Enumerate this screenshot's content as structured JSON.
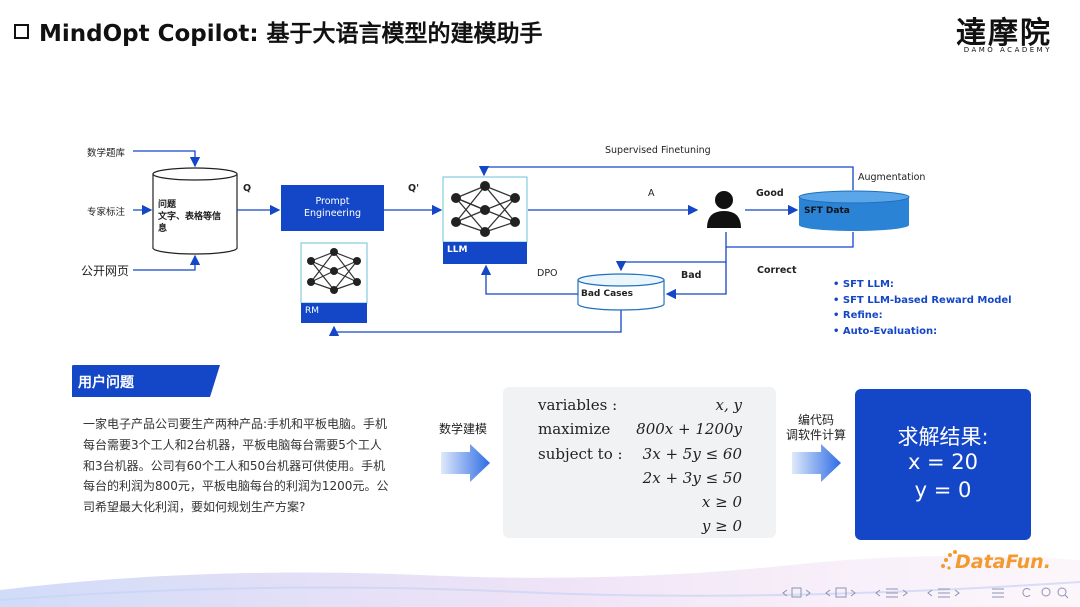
{
  "header": {
    "title": "MindOpt Copilot: 基于大语言模型的建模助手",
    "logo_cn": "達摩院",
    "logo_en": "DAMO ACADEMY"
  },
  "diagram": {
    "inputs": [
      "数学题库",
      "专家标注",
      "公开网页"
    ],
    "db_label_1": "问题",
    "db_label_2": "文字、表格等信",
    "db_label_3": "息",
    "q": "Q",
    "q_prime": "Q'",
    "prompt_line1": "Prompt",
    "prompt_line2": "Engineering",
    "llm": "LLM",
    "rm": "RM",
    "a": "A",
    "good": "Good",
    "bad": "Bad",
    "correct": "Correct",
    "dpo": "DPO",
    "sft_data": "SFT Data",
    "bad_cases": "Bad Cases",
    "supervised_finetuning": "Supervised Finetuning",
    "augmentation": "Augmentation",
    "bullets": [
      "SFT LLM:",
      "SFT LLM-based Reward Model",
      "Refine:",
      "Auto-Evaluation:"
    ]
  },
  "problem": {
    "tag": "用户问题",
    "lines": [
      "一家电子产品公司要生产两种产品:手机和平板电脑。手机",
      "每台需要3个工人和2台机器，平板电脑每台需要5个工人",
      "和3台机器。公司有60个工人和50台机器可供使用。手机",
      "每台的利润为800元，平板电脑每台的利润为1200元。公",
      "司希望最大化利润，要如何规划生产方案?"
    ]
  },
  "model": {
    "arrow1_label": "数学建模",
    "kw_variables": "variables :",
    "kw_maximize": "maximize",
    "kw_subject": "subject to :",
    "vars": "x, y",
    "objective": "800x + 1200y",
    "constraints": [
      "3x + 5y ≤ 60",
      "2x + 3y ≤ 50",
      "x ≥ 0",
      "y ≥ 0"
    ],
    "arrow2_label_1": "编代码",
    "arrow2_label_2": "调软件计算"
  },
  "result": {
    "title": "求解结果:",
    "x": "x = 20",
    "y": "y = 0"
  },
  "footer": {
    "brand": "DataFun."
  },
  "colors": {
    "blue": "#1446c8",
    "sft_blue": "#2b83d6",
    "teal": "#6ec3d8",
    "orange": "#f29a2e"
  }
}
